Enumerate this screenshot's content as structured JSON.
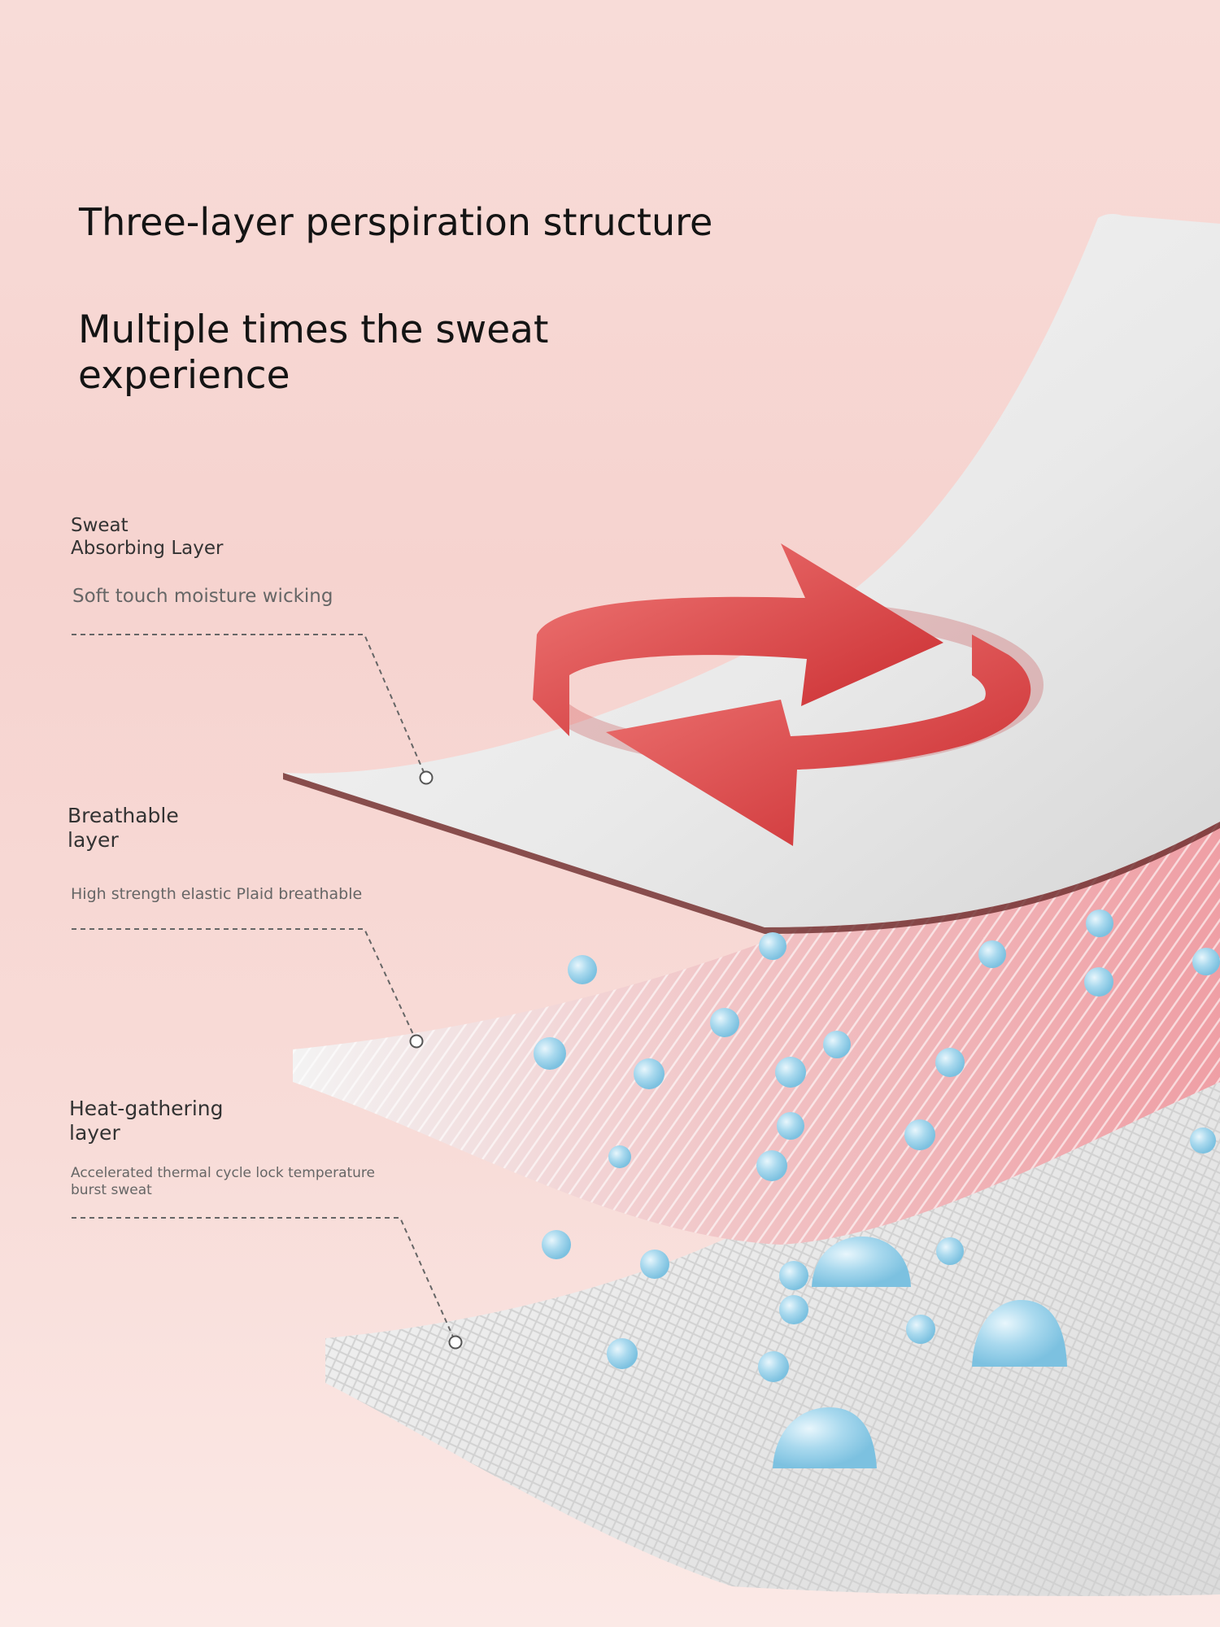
{
  "header": {
    "title": "Three-layer perspiration structure",
    "subtitle": "Multiple times the sweat experience"
  },
  "layers": [
    {
      "name": "Sweat\nAbsorbing Layer",
      "description": "Soft touch moisture wicking"
    },
    {
      "name": "Breathable\nlayer",
      "description": "High strength elastic Plaid breathable"
    },
    {
      "name": "Heat-gathering\nlayer",
      "description": "Accelerated thermal cycle lock temperature burst sweat"
    }
  ],
  "colors": {
    "background": "#f7d8d4",
    "arrow": "#e04a4a",
    "droplet": "#9fd3ea",
    "pad": "#ececec"
  },
  "icons": [
    "circular-arrows-icon",
    "water-droplet-icon"
  ]
}
